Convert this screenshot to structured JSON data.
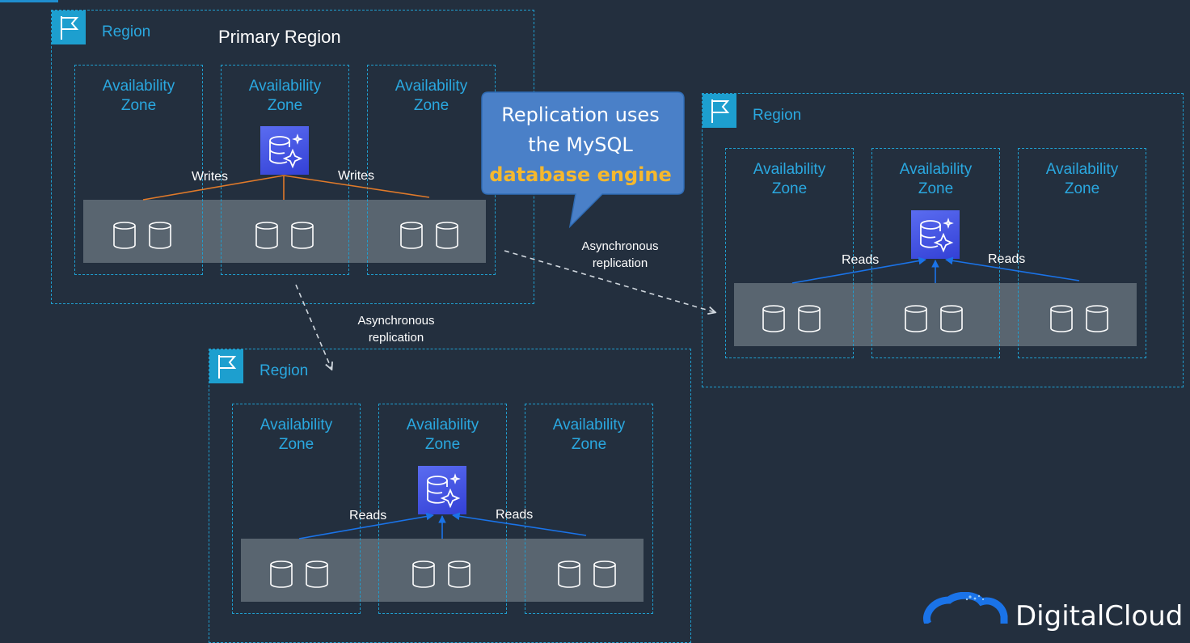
{
  "primary_title": "Primary Region",
  "region_label": "Region",
  "az_label_line1": "Availability",
  "az_label_line2": "Zone",
  "writes_label": "Writes",
  "reads_label": "Reads",
  "async_line1": "Asynchronous",
  "async_line2": "replication",
  "callout": {
    "line1": "Replication uses",
    "line2": "the MySQL",
    "highlight": "database engine"
  },
  "brand": "DigitalCloud",
  "colors": {
    "background": "#232f3e",
    "region_border": "#1f9fd0",
    "az_text": "#2aa8e0",
    "storage_band": "#596570",
    "writes_line": "#e07a2a",
    "reads_line": "#1a73e8",
    "engine_icon": "#3f4de0",
    "callout_fill": "#4a80c8",
    "callout_highlight": "#f5b82e"
  }
}
